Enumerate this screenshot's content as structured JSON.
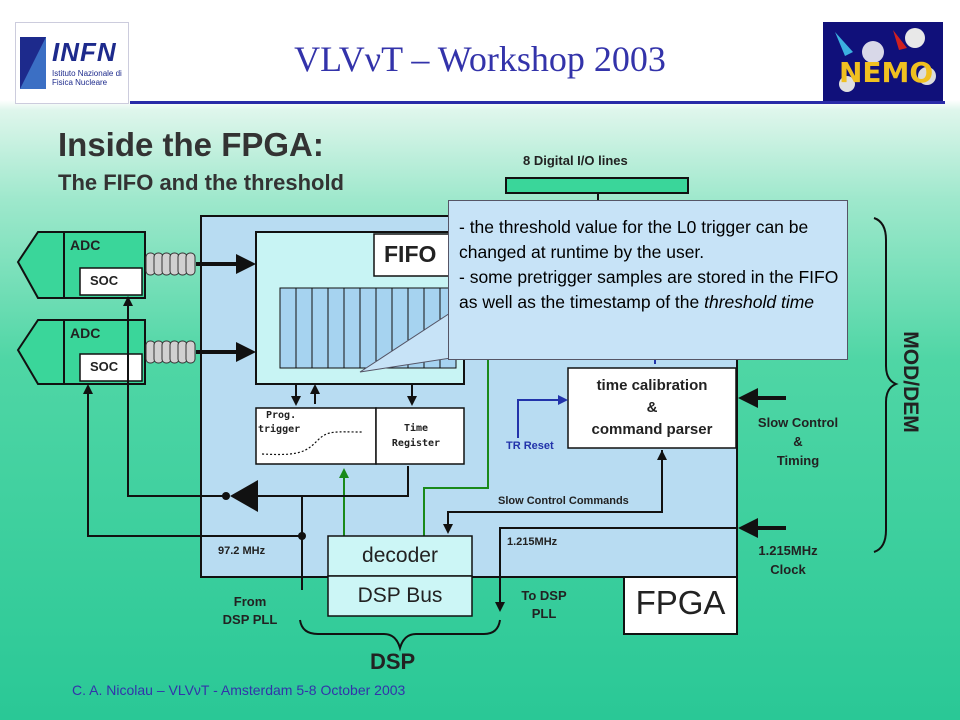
{
  "header": {
    "title": "VLVνT – Workshop 2003",
    "infn_logo_text": "INFN",
    "infn_logo_sub": "Istituto Nazionale di Fisica Nucleare",
    "nemo_logo_text": "NEMO"
  },
  "slide": {
    "heading": "Inside the FPGA:",
    "subheading": "The FIFO and the threshold"
  },
  "diagram": {
    "digital_io": "8 Digital I/O lines",
    "adc1": "ADC",
    "soc1": "SOC",
    "adc2": "ADC",
    "soc2": "SOC",
    "fifo": "FIFO",
    "prog_trigger_1": "Prog.",
    "prog_trigger_2": "trigger",
    "time_register_1": "Time",
    "time_register_2": "Register",
    "tr_reset": "TR Reset",
    "time_cal_1": "time calibration",
    "time_cal_2": "&",
    "time_cal_3": "command parser",
    "slow_control_1": "Slow Control",
    "slow_control_2": "&",
    "slow_control_3": "Timing",
    "slow_control_commands": "Slow Control Commands",
    "clk_97": "97.2 MHz",
    "clk_1215_inner": "1.215MHz",
    "clk_1215_outer_1": "1.215MHz",
    "clk_1215_outer_2": "Clock",
    "decoder": "decoder",
    "dsp_bus": "DSP Bus",
    "from_dsp_1": "From",
    "from_dsp_2": "DSP PLL",
    "to_dsp_1": "To DSP",
    "to_dsp_2": "PLL",
    "fpga": "FPGA",
    "dsp": "DSP",
    "mod_dem": "MOD/DEM"
  },
  "callout": {
    "line1": " - the threshold value for the L0 trigger can be changed at runtime by the user.",
    "line2a": " - some pretrigger samples are stored in the FIFO as well as the timestamp of the ",
    "line2b": "threshold time"
  },
  "footer": "C. A. Nicolau – VLVνT - Amsterdam 5-8 October 2003",
  "colors": {
    "title": "#3333aa",
    "fpga_fill": "#b8dcf2",
    "callout_fill": "#c7e3f7",
    "green_wire": "#1a8a1a",
    "blue_wire": "#2233aa"
  }
}
